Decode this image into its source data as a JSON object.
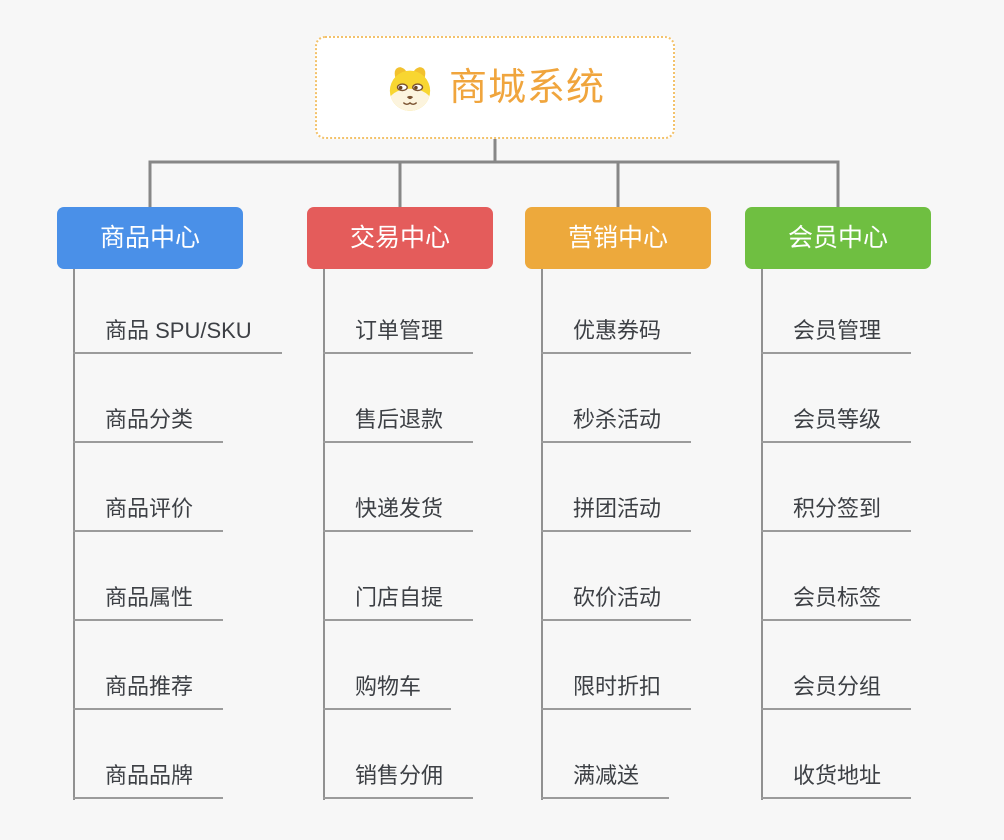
{
  "root": {
    "title": "商城系统",
    "icon": "doge-icon"
  },
  "colors": {
    "background": "#f7f7f7",
    "connector": "#878787",
    "column_line": "#919191",
    "underline": "#9b9b9b",
    "root_text": "#f0a53d",
    "root_border": "#f3c26b",
    "leaf_text": "#3d4045",
    "branch_text": "#ffffff"
  },
  "branches": [
    {
      "label": "商品中心",
      "color": "#4a90e8",
      "items": [
        "商品 SPU/SKU",
        "商品分类",
        "商品评价",
        "商品属性",
        "商品推荐",
        "商品品牌"
      ]
    },
    {
      "label": "交易中心",
      "color": "#e45c5b",
      "items": [
        "订单管理",
        "售后退款",
        "快递发货",
        "门店自提",
        "购物车",
        "销售分佣"
      ]
    },
    {
      "label": "营销中心",
      "color": "#eda93c",
      "items": [
        "优惠券码",
        "秒杀活动",
        "拼团活动",
        "砍价活动",
        "限时折扣",
        "满减送"
      ]
    },
    {
      "label": "会员中心",
      "color": "#6fbf41",
      "items": [
        "会员管理",
        "会员等级",
        "积分签到",
        "会员标签",
        "会员分组",
        "收货地址"
      ]
    }
  ]
}
